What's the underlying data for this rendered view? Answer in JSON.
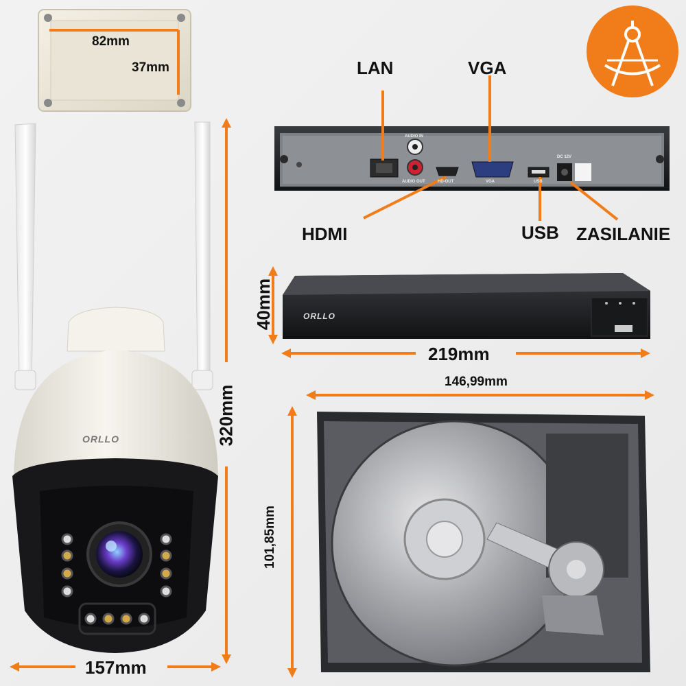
{
  "junction_box": {
    "width_label": "82mm",
    "height_label": "37mm"
  },
  "nvr_ports": {
    "lan": "LAN",
    "vga": "VGA",
    "hdmi": "HDMI",
    "usb": "USB",
    "power": "ZASILANIE",
    "panel_texts": {
      "audio_in": "AUDIO IN",
      "audio_out": "AUDIO OUT",
      "hdmi_out": "HD-OUT",
      "vga": "VGA",
      "usb": "USB",
      "dc": "DC 12V"
    }
  },
  "nvr_dimensions": {
    "height_label": "40mm",
    "width_label": "219mm",
    "brand": "ORLLO"
  },
  "hdd_dimensions": {
    "width_label": "146,99mm",
    "height_label": "101,85mm"
  },
  "camera_dimensions": {
    "height_label": "320mm",
    "width_label": "157mm",
    "brand": "ORLLO"
  },
  "colors": {
    "accent": "#f07c1a",
    "dark": "#1b1b1d",
    "panel": "#8a8d92"
  },
  "icons": {
    "badge": "drafting-compass-icon"
  }
}
